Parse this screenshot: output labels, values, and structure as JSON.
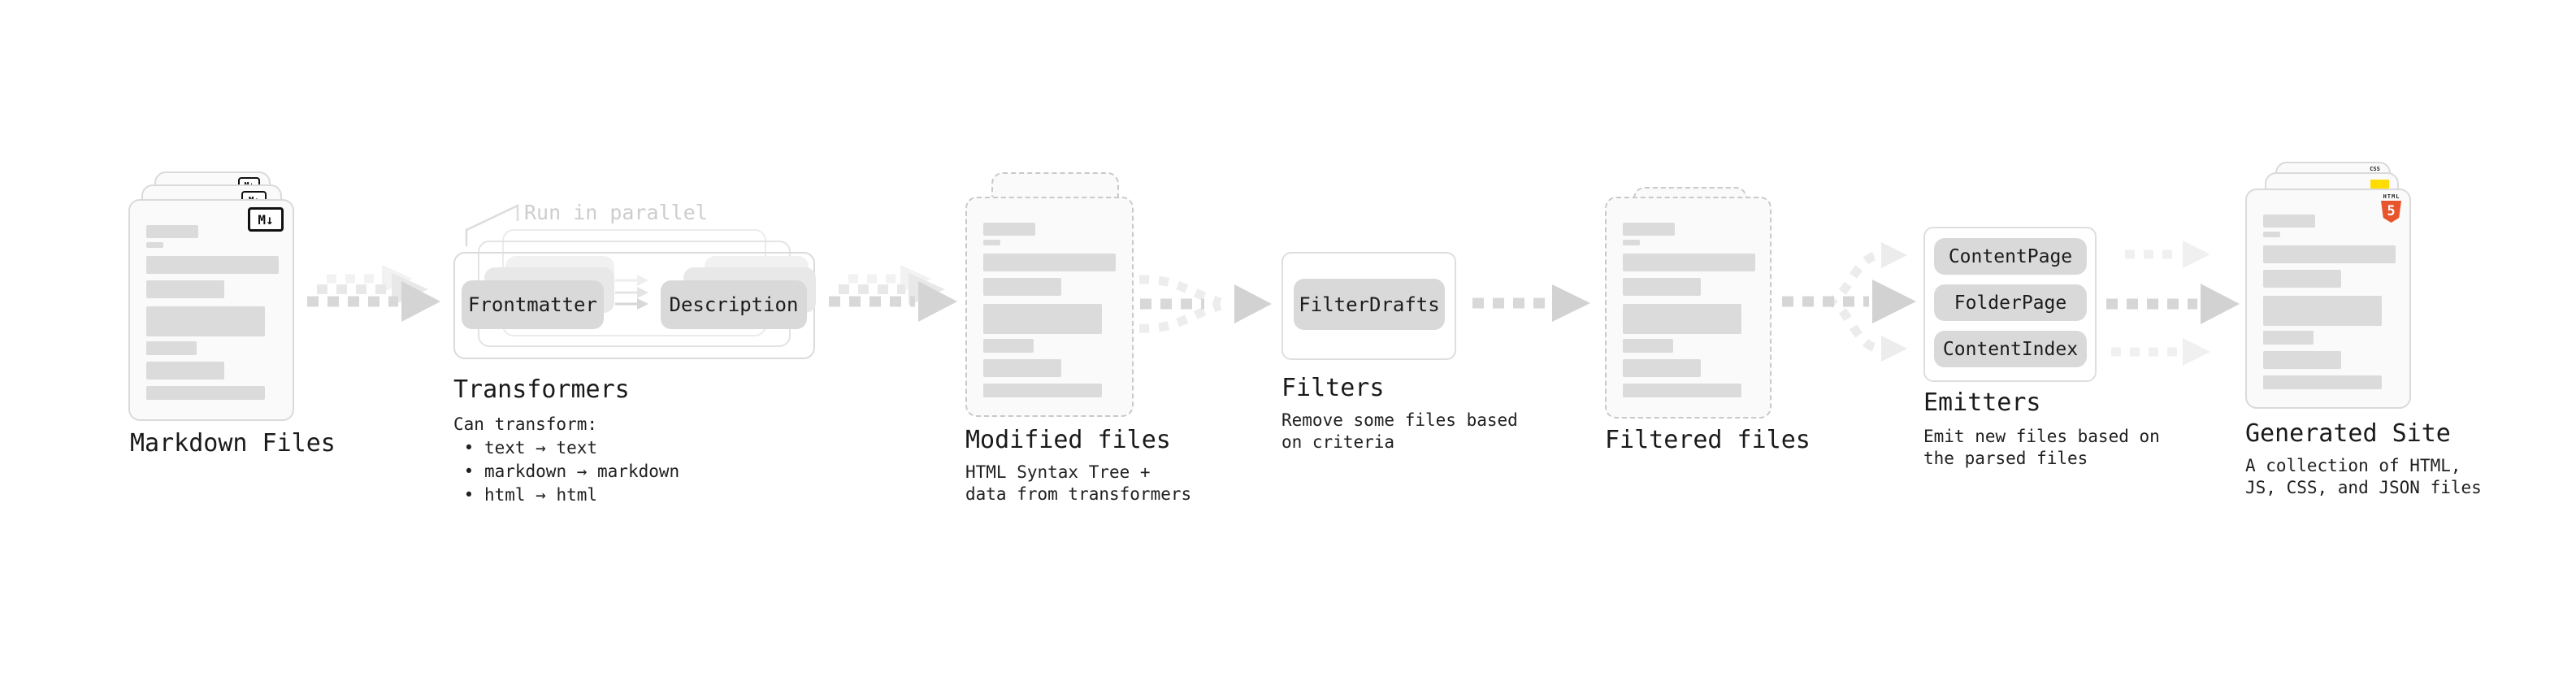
{
  "stages": {
    "markdown": {
      "label": "Markdown Files",
      "badge": "M↓"
    },
    "transformers": {
      "label": "Transformers",
      "parallel_note": "Run in parallel",
      "chip_a": "Frontmatter",
      "chip_b": "Description",
      "caption": "Can transform:\n • text → text\n • markdown → markdown\n • html → html"
    },
    "modified": {
      "label": "Modified files",
      "caption": "HTML Syntax Tree +\ndata from transformers"
    },
    "filters": {
      "label": "Filters",
      "chip": "FilterDrafts",
      "caption": "Remove some files based\non criteria"
    },
    "filtered": {
      "label": "Filtered files"
    },
    "emitters": {
      "label": "Emitters",
      "chips": [
        "ContentPage",
        "FolderPage",
        "ContentIndex"
      ],
      "caption": "Emit new files based on\nthe parsed files"
    },
    "generated": {
      "label": "Generated Site",
      "caption": "A collection of HTML,\nJS, CSS, and JSON files",
      "html_badge_top": "HTML",
      "html_badge_number": "5",
      "css_badge": "CSS"
    }
  },
  "colors": {
    "html5_orange": "#e8542c",
    "js_yellow": "#ffdd00",
    "css_blue": "#2d65e8",
    "doc_bar_gray": "#dbdbdb",
    "arrow_gray": "#d6d6d6",
    "light_arrow_gray": "#ececec",
    "note_gray": "#cdcdcd"
  }
}
